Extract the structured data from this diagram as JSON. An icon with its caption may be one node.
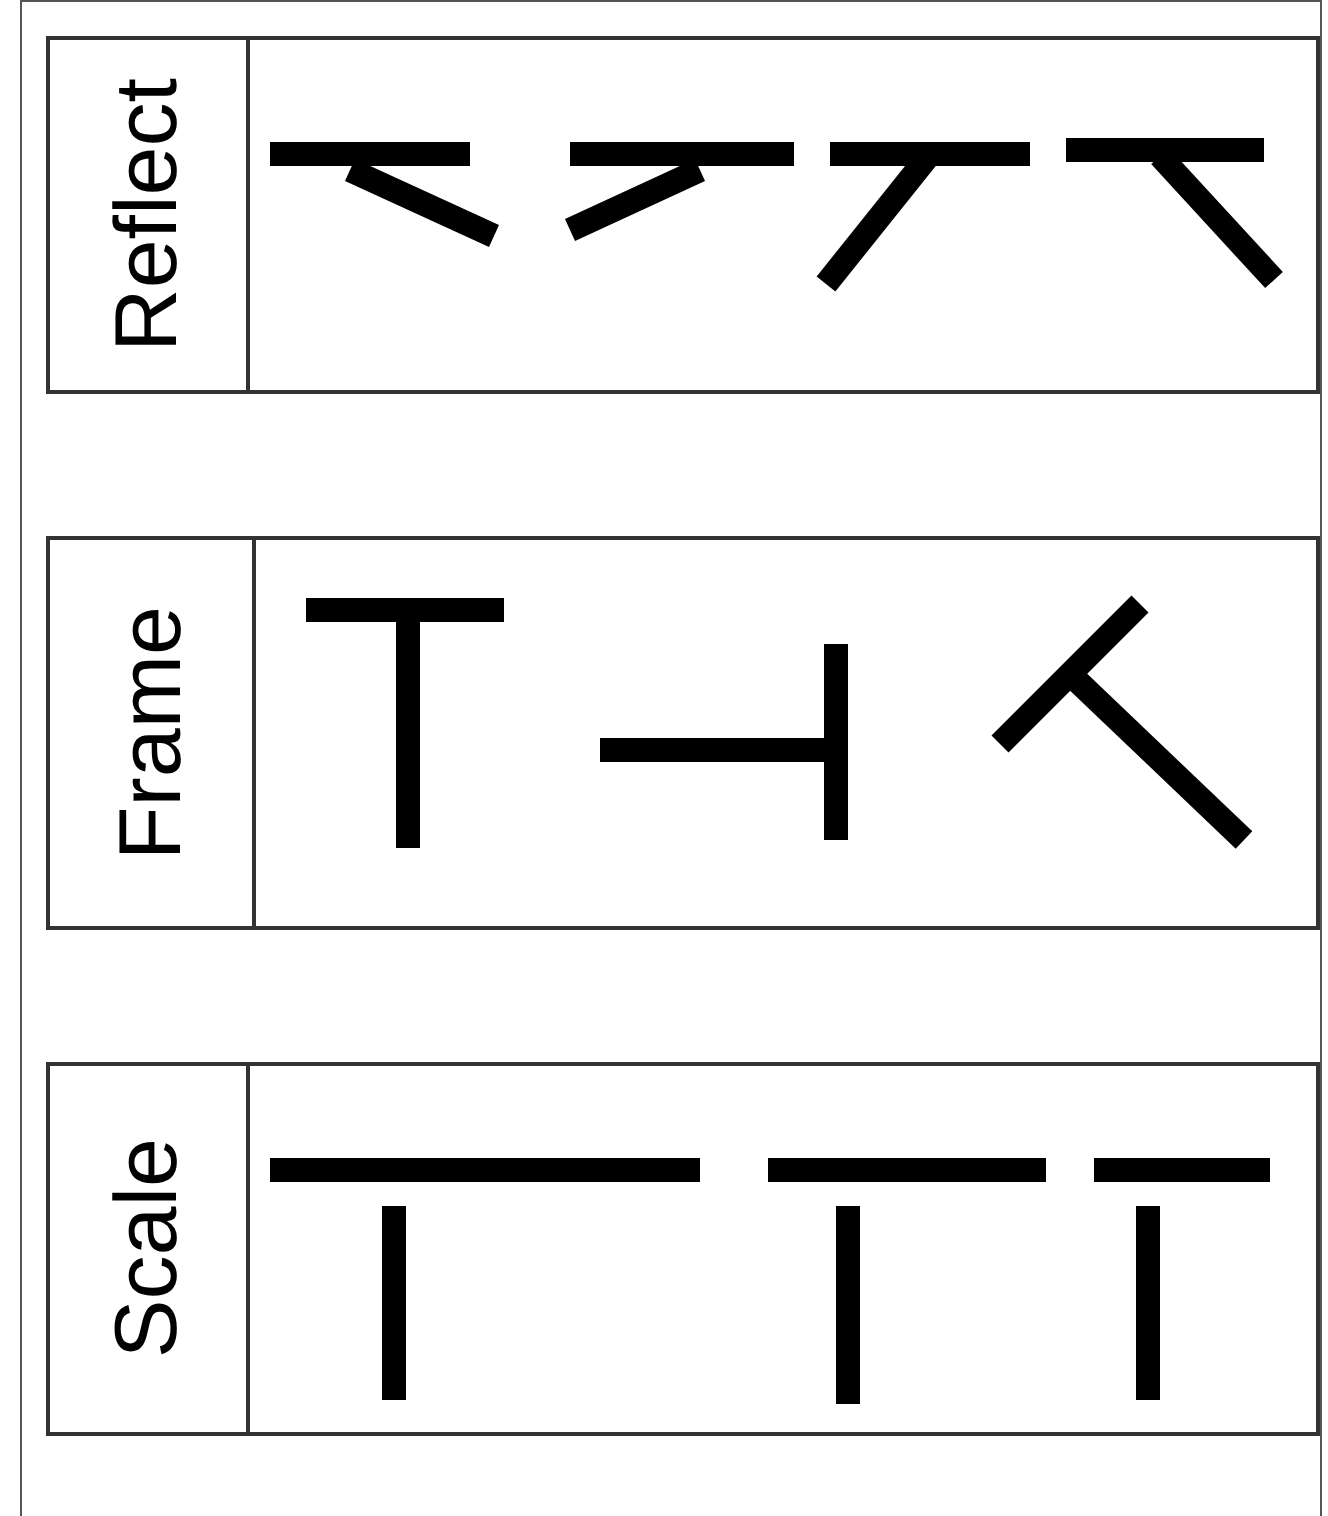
{
  "diagram": {
    "nodes": [
      {
        "text": [
          "Reflect"
        ]
      },
      {
        "text": [
          "Frame"
        ]
      },
      {
        "text": [
          "Scale"
        ]
      }
    ]
  }
}
